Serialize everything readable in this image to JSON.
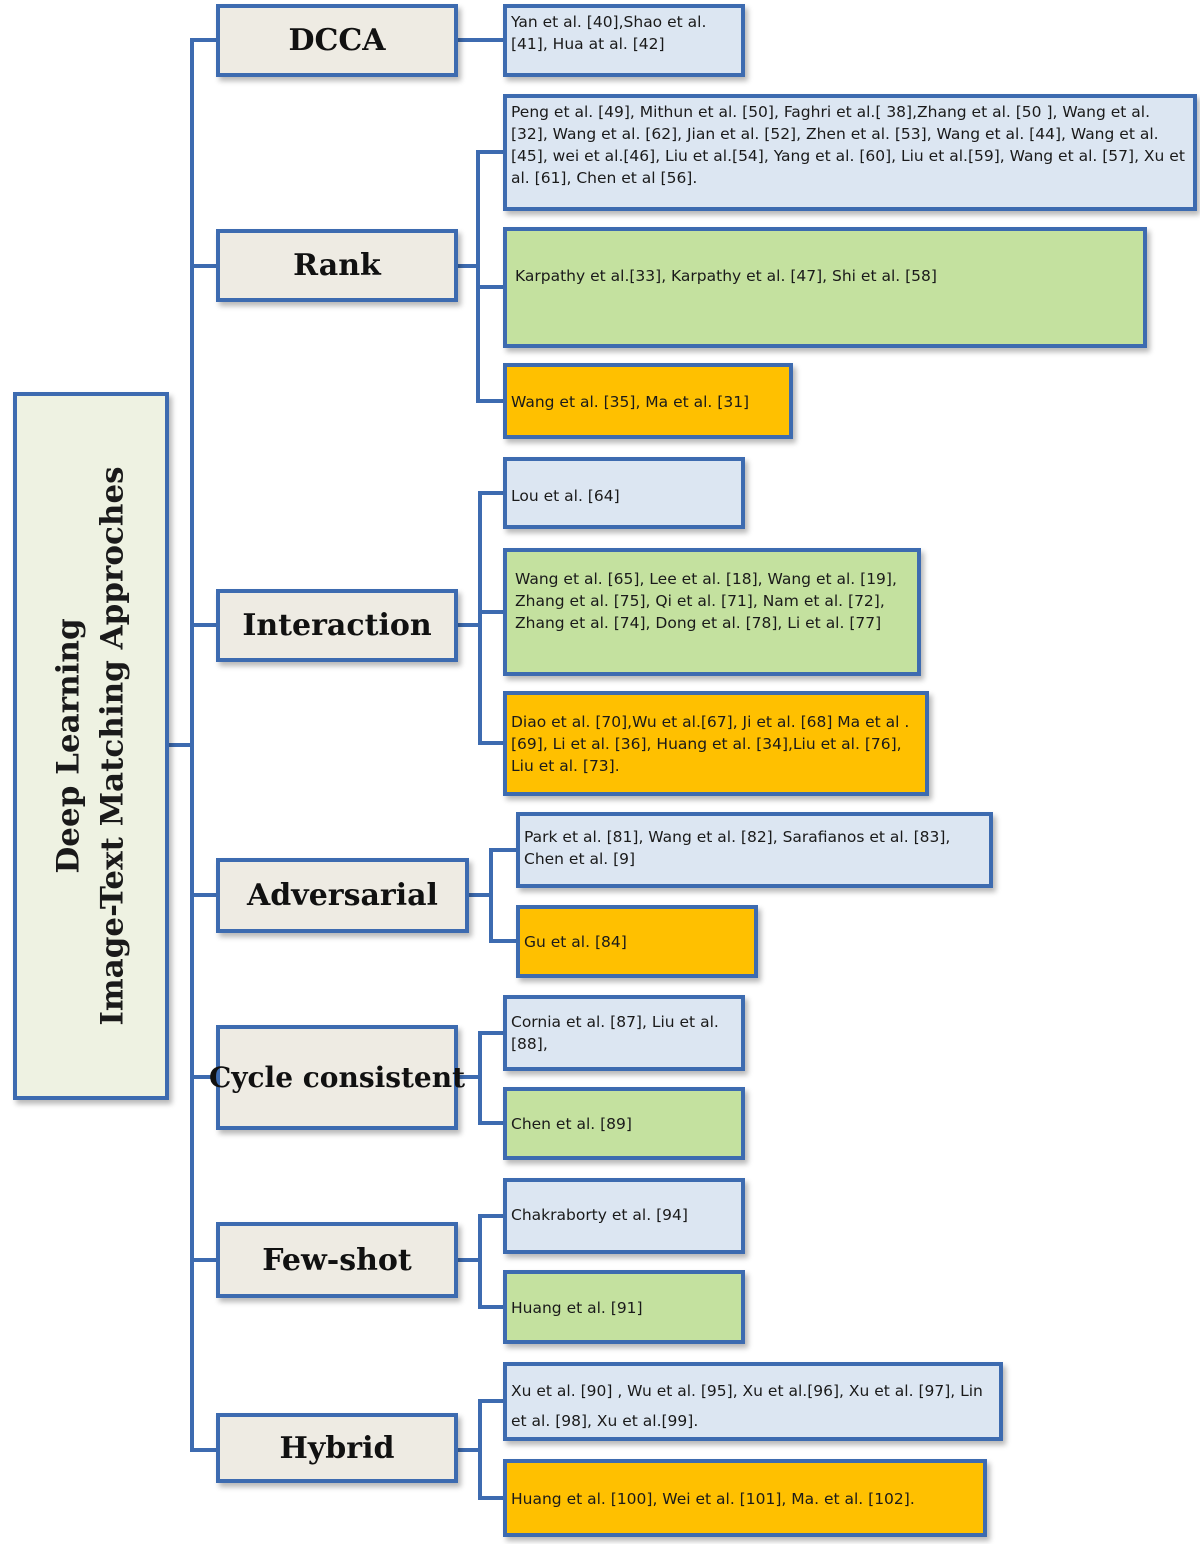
{
  "diagram": {
    "root": {
      "line1": "Deep Learning",
      "line2": "Image-Text  Matching Approches"
    },
    "categories": [
      {
        "label": "DCCA",
        "leaves": [
          {
            "color": "blue",
            "text": "Yan et al. [40],Shao et al. [41], Hua at al. [42]"
          }
        ]
      },
      {
        "label": "Rank",
        "leaves": [
          {
            "color": "blue",
            "text": "Peng et al. [49], Mithun et al.  [50],  Faghri et al.[ 38],Zhang et al. [50 ], Wang et al.  [32], Wang et al. [62], Jian et al. [52], Zhen et al. [53], Wang et al. [44], Wang et al.[45], wei et al.[46], Liu et al.[54], Yang et al. [60], Liu et al.[59], Wang et al. [57], Xu et al.  [61], Chen  et al [56]."
          },
          {
            "color": "green",
            "text": "Karpathy et al.[33], Karpathy et al. [47], Shi et al. [58]"
          },
          {
            "color": "orange",
            "text": "Wang et al. [35], Ma et al.  [31]"
          }
        ]
      },
      {
        "label": "Interaction",
        "leaves": [
          {
            "color": "blue",
            "text": "Lou et al. [64]"
          },
          {
            "color": "green",
            "text": "Wang et al. [65], Lee et al.  [18], Wang et al. [19], Zhang et al. [75], Qi et al. [71], Nam et al. [72], Zhang et al. [74], Dong et al.  [78], Li et al. [77]"
          },
          {
            "color": "orange",
            "text": "Diao et al. [70],Wu et al.[67], Ji et al. [68] Ma et al . [69], Li et al. [36], Huang et al. [34],Liu et al. [76], Liu et al. [73]."
          }
        ]
      },
      {
        "label": "Adversarial",
        "leaves": [
          {
            "color": "blue",
            "text": "Park et al.  [81], Wang et al. [82],  Sarafianos et al. [83], Chen et al. [9]"
          },
          {
            "color": "orange",
            "text": "Gu et al. [84]"
          }
        ]
      },
      {
        "label": "Cycle consistent",
        "leaves": [
          {
            "color": "blue",
            "text": "Cornia  et al. [87], Liu et al. [88],"
          },
          {
            "color": "green",
            "text": "Chen et al.  [89]"
          }
        ]
      },
      {
        "label": "Few-shot",
        "leaves": [
          {
            "color": "blue",
            "text": "Chakraborty et al.  [94]"
          },
          {
            "color": "green",
            "text": "Huang et al.    [91]"
          }
        ]
      },
      {
        "label": "Hybrid",
        "leaves": [
          {
            "color": "blue",
            "text": "Xu et al. [90] , Wu et al. [95], Xu et al.[96], Xu et al. [97],  Lin et al. [98], Xu et al.[99]."
          },
          {
            "color": "orange",
            "text": "Huang et al.  [100], Wei et al. [101], Ma. et al. [102]."
          }
        ]
      }
    ]
  }
}
